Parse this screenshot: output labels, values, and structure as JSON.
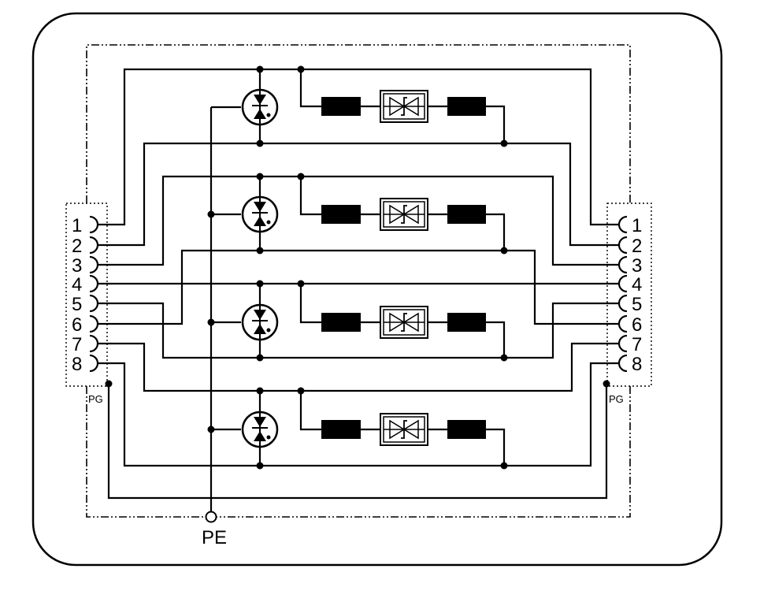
{
  "pins_left": [
    "1",
    "2",
    "3",
    "4",
    "5",
    "6",
    "7",
    "8"
  ],
  "pins_right": [
    "1",
    "2",
    "3",
    "4",
    "5",
    "6",
    "7",
    "8"
  ],
  "pg_left": "PG",
  "pg_right": "PG",
  "pe_label": "PE",
  "colors": {
    "line": "#000000",
    "background": "#ffffff"
  }
}
